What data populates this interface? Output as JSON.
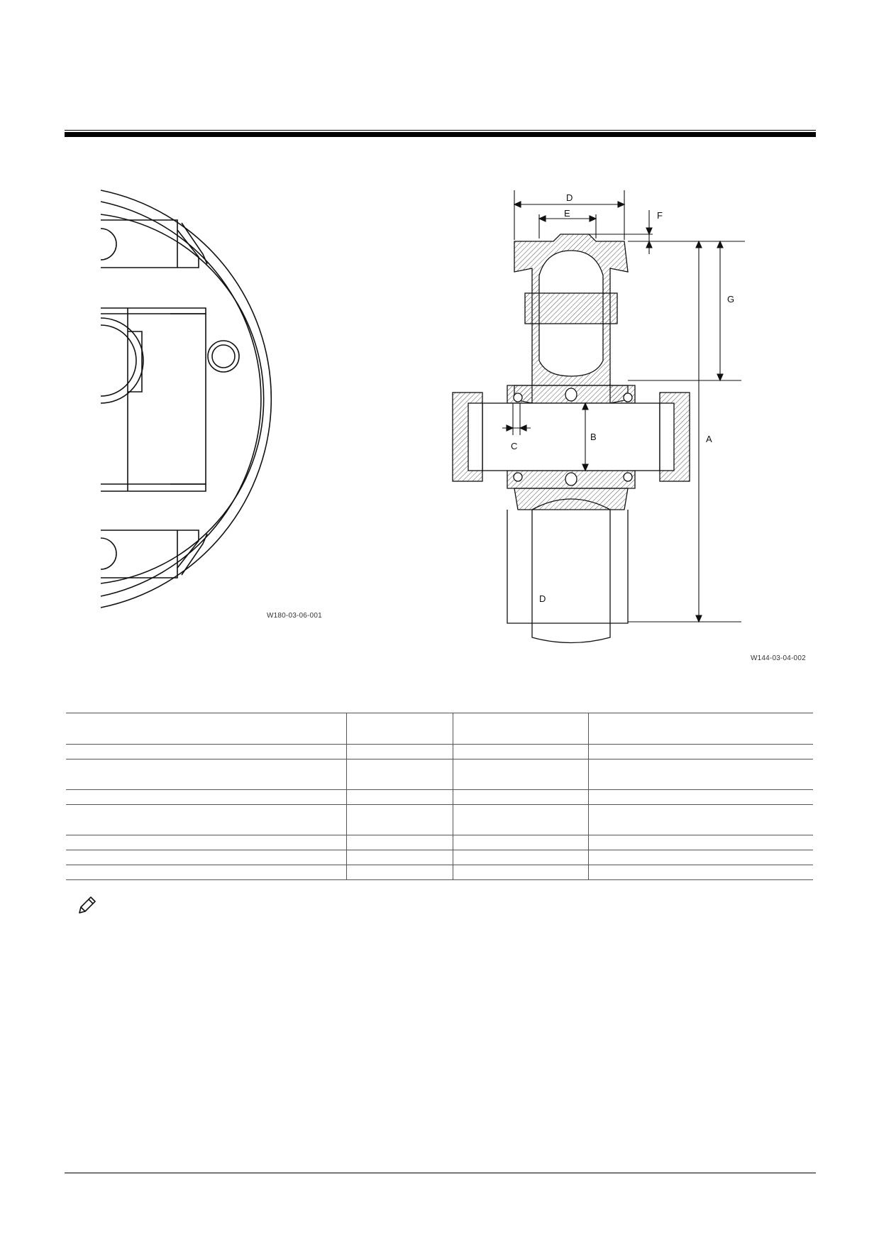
{
  "figures": {
    "left": {
      "code": "W180-03-06-001"
    },
    "right": {
      "code": "W144-03-04-002",
      "labels": {
        "a": "A",
        "b": "B",
        "c": "C",
        "d": "D",
        "e": "E",
        "f": "F",
        "g": "G",
        "d2": "D"
      }
    }
  },
  "spec_table": {
    "rows": [
      [
        "",
        "",
        "",
        ""
      ],
      [
        "",
        "",
        "",
        ""
      ],
      [
        "",
        "",
        "",
        ""
      ],
      [
        "",
        "",
        "",
        ""
      ],
      [
        "",
        "",
        "",
        ""
      ],
      [
        "",
        "",
        "",
        ""
      ],
      [
        "",
        "",
        "",
        ""
      ],
      [
        "",
        "",
        "",
        ""
      ]
    ]
  },
  "note": {
    "icon": "pencil-icon"
  }
}
